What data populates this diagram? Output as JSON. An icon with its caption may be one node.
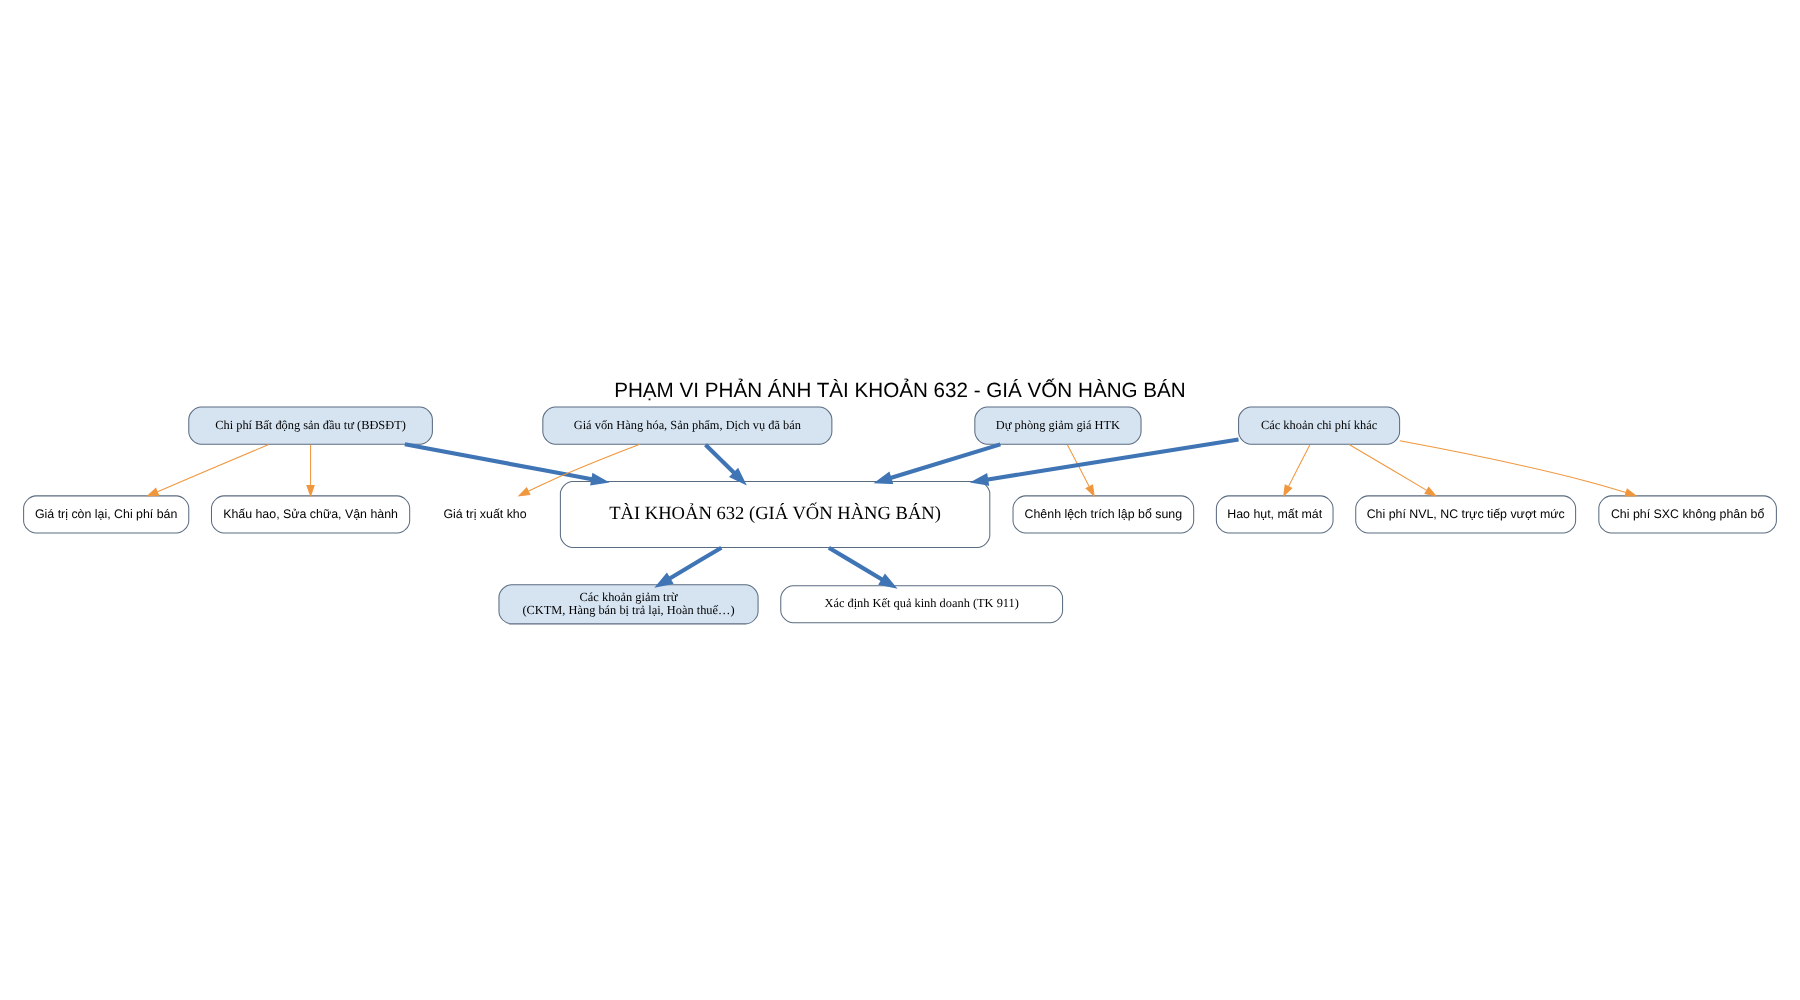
{
  "diagram": {
    "title": "PHẠM VI PHẢN ÁNH TÀI KHOẢN 632 - GIÁ VỐN HÀNG BÁN",
    "nodes": [
      {
        "text": [
          "Chi phí Bất động sản đầu tư (BĐSĐT)"
        ]
      },
      {
        "text": [
          "Giá trị còn lại, Chi phí bán"
        ]
      },
      {
        "text": [
          "Khấu hao, Sửa chữa, Vận hành"
        ]
      },
      {
        "text": [
          "Giá vốn Hàng hóa, Sản phẩm, Dịch vụ đã bán"
        ]
      },
      {
        "text": [
          "Dự phòng giảm giá HTK"
        ]
      },
      {
        "text": [
          "Giá trị xuất kho"
        ]
      },
      {
        "text": [
          "Chênh lệch trích lập bổ sung"
        ]
      },
      {
        "text": [
          "TÀI KHOẢN 632 (GIÁ VỐN HÀNG BÁN)"
        ]
      },
      {
        "text": [
          "Hao hụt, mất mát"
        ]
      },
      {
        "text": [
          "Các khoản giảm trừ",
          "(CKTM, Hàng bán bị trả lại, Hoàn thuế…)"
        ]
      },
      {
        "text": [
          "Chi phí NVL, NC trực tiếp vượt mức"
        ]
      },
      {
        "text": [
          "Các khoản chi phí khác"
        ]
      },
      {
        "text": [
          "Chi phí SXC không phân bổ"
        ]
      },
      {
        "text": [
          "Xác định Kết quả kinh doanh (TK 911)"
        ]
      }
    ],
    "edges": [
      {
        "from": 0,
        "to": 1,
        "arrow": "to",
        "color": "#f0963c"
      },
      {
        "from": 0,
        "to": 2,
        "arrow": "to",
        "color": "#f0963c"
      },
      {
        "from": 0,
        "to": 7,
        "arrow": "to",
        "style": "thick",
        "color": "#3f74b5"
      },
      {
        "from": 3,
        "to": 7,
        "arrow": "to",
        "style": "thick",
        "color": "#3f74b5"
      },
      {
        "from": 3,
        "to": 5,
        "arrow": "to",
        "color": "#f0963c"
      },
      {
        "from": 4,
        "to": 7,
        "arrow": "to",
        "style": "thick",
        "color": "#3f74b5"
      },
      {
        "from": 4,
        "to": 6,
        "arrow": "to",
        "color": "#f0963c"
      },
      {
        "from": 7,
        "to": 9,
        "arrow": "to",
        "style": "thick",
        "color": "#3f74b5"
      },
      {
        "from": 11,
        "to": 7,
        "arrow": "to",
        "style": "thick",
        "color": "#3f74b5"
      },
      {
        "from": 11,
        "to": 8,
        "arrow": "to",
        "color": "#f0963c"
      },
      {
        "from": 11,
        "to": 10,
        "arrow": "to",
        "color": "#f0963c"
      },
      {
        "from": 11,
        "to": 12,
        "arrow": "to",
        "color": "#f0963c"
      },
      {
        "from": 7,
        "to": 13,
        "arrow": "to",
        "style": "thick",
        "color": "#3f74b5"
      }
    ]
  }
}
